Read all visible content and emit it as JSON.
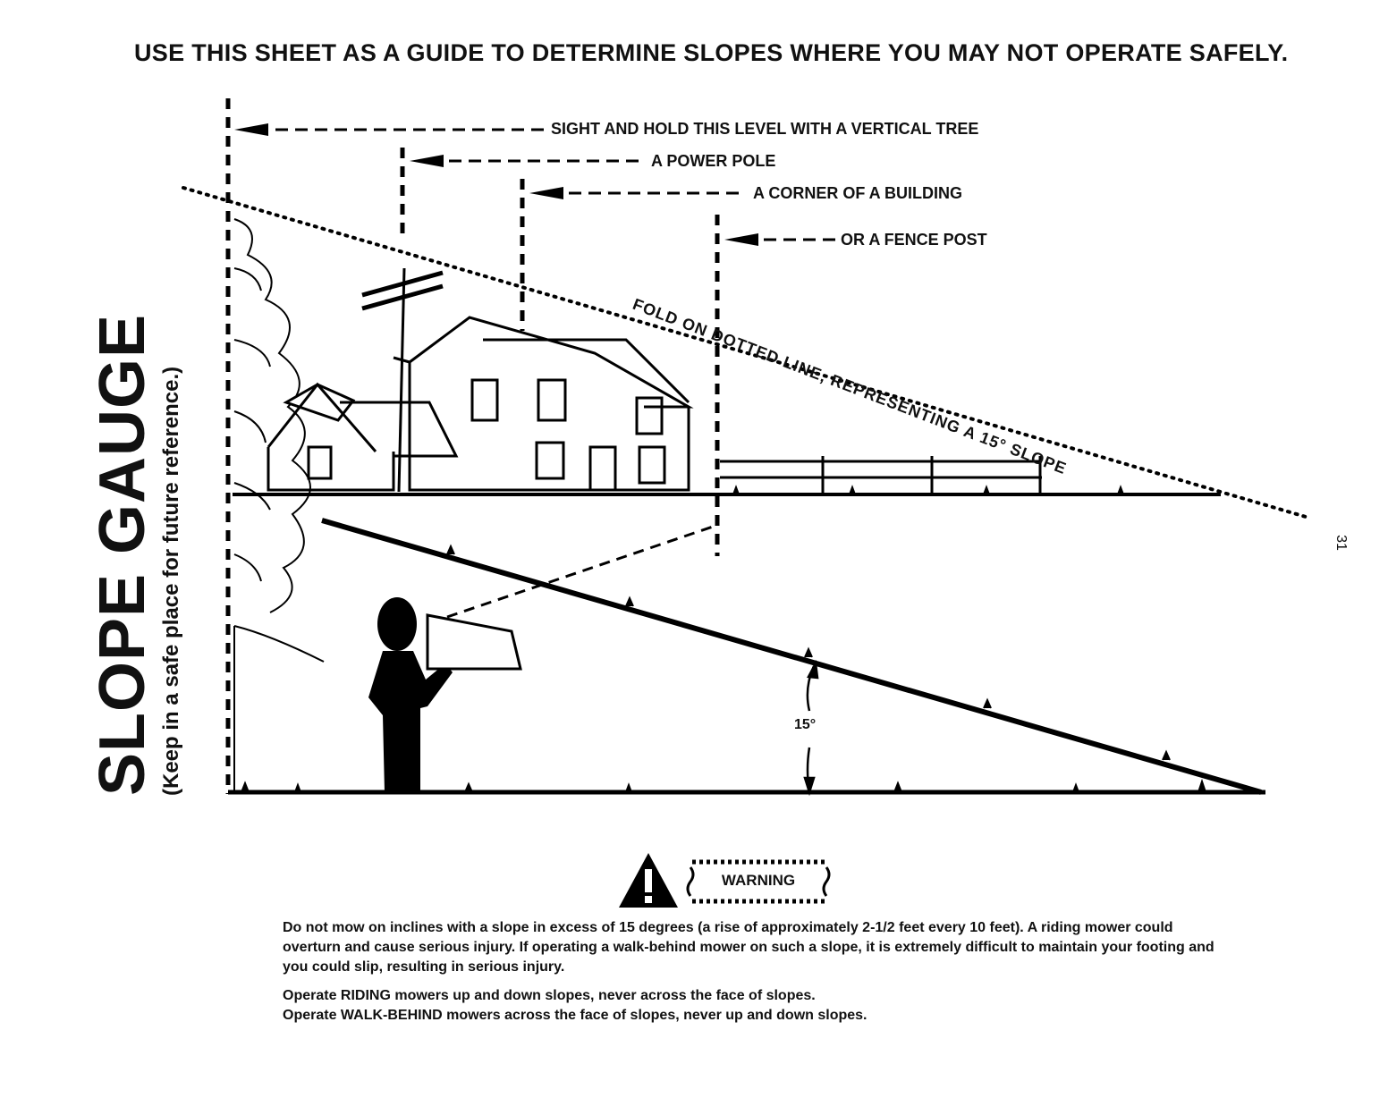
{
  "heading": "USE THIS SHEET AS A GUIDE TO DETERMINE SLOPES WHERE YOU MAY NOT OPERATE SAFELY.",
  "side": {
    "title": "SLOPE GAUGE",
    "subtitle": "(Keep in a safe place for future reference.)"
  },
  "callouts": {
    "tree": "SIGHT AND HOLD THIS LEVEL WITH A VERTICAL TREE",
    "pole": "A POWER POLE",
    "building": "A CORNER OF A BUILDING",
    "fence": "OR A FENCE POST"
  },
  "fold_line": "FOLD ON DOTTED LINE, REPRESENTING A 15° SLOPE",
  "angle_label": "15°",
  "page_number": "31",
  "warning": {
    "label": "WARNING",
    "paragraph1": "Do not mow on inclines with a slope in excess of 15 degrees (a rise of approximately 2-1/2 feet every 10 feet). A riding mower could overturn and cause serious injury. If operating a walk-behind mower on such a slope, it is extremely difficult to maintain your footing and you could slip, resulting in serious injury.",
    "riding": "Operate RIDING mowers up and down slopes, never across the face of slopes.",
    "walk": "Operate WALK-BEHIND mowers across the face of slopes, never up and down slopes."
  },
  "icons": {
    "warning": "warning-triangle-icon"
  }
}
